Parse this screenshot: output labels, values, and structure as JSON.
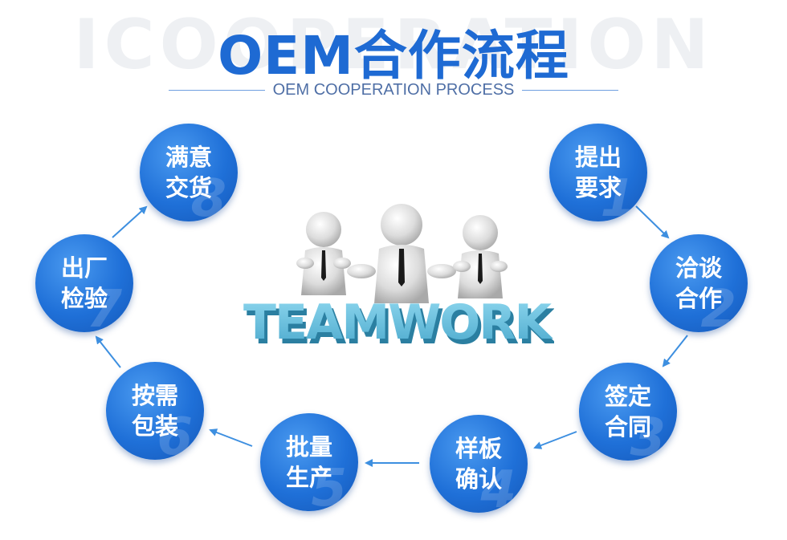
{
  "background_word": "ICOOPERATION",
  "title": "OEM合作流程",
  "subtitle": "OEM COOPERATION PROCESS",
  "center_image": {
    "word": "TEAMWORK",
    "colors": {
      "figure": "#dcdcdc",
      "tie": "#1a1a1a",
      "letters_top": "#6fc9e6",
      "letters_side": "#2b7fa1"
    }
  },
  "steps": [
    {
      "label": "提出\n要求",
      "number": "1"
    },
    {
      "label": "洽谈\n合作",
      "number": "2"
    },
    {
      "label": "签定\n合同",
      "number": "3"
    },
    {
      "label": "样板\n确认",
      "number": "4"
    },
    {
      "label": "批量\n生产",
      "number": "5"
    },
    {
      "label": "按需\n包装",
      "number": "6"
    },
    {
      "label": "出厂\n检验",
      "number": "7"
    },
    {
      "label": "满意\n交货",
      "number": "8"
    }
  ],
  "colors": {
    "accent": "#1e6ad3",
    "arrow": "#3d8fe0"
  }
}
